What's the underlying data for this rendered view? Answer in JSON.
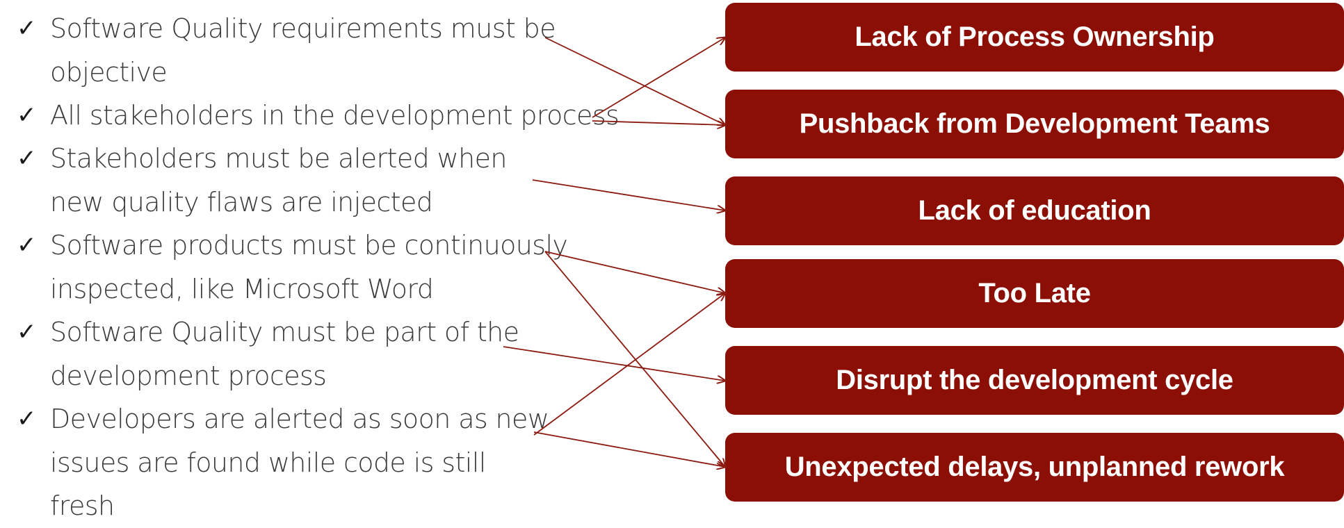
{
  "requirements": [
    {
      "check": "✓",
      "text": "Software Quality requirements must be objective"
    },
    {
      "check": "✓",
      "text": "All stakeholders in the development process"
    },
    {
      "check": "✓",
      "text": "Stakeholders must be alerted when new quality flaws are injected"
    },
    {
      "check": "✓",
      "text": "Software products must be continuously inspected, like Microsoft Word"
    },
    {
      "check": "✓",
      "text": "Software Quality must be part of the development process"
    },
    {
      "check": "✓",
      "text": "Developers are alerted as soon as new issues are found while code is still fresh"
    }
  ],
  "issues": [
    "Lack of Process Ownership",
    "Pushback from Development Teams",
    "Lack of education",
    "Too Late",
    "Disrupt the development cycle",
    "Unexpected delays, unplanned rework"
  ],
  "links": [
    {
      "from": 0,
      "to": 1
    },
    {
      "from": 1,
      "to": 0
    },
    {
      "from": 1,
      "to": 1
    },
    {
      "from": 2,
      "to": 2
    },
    {
      "from": 3,
      "to": 3
    },
    {
      "from": 3,
      "to": 5
    },
    {
      "from": 4,
      "to": 4
    },
    {
      "from": 5,
      "to": 3
    },
    {
      "from": 5,
      "to": 5
    }
  ],
  "colors": {
    "box": "#8b0f05",
    "arrow": "#8b1a10",
    "text": "#3a3a3a"
  }
}
